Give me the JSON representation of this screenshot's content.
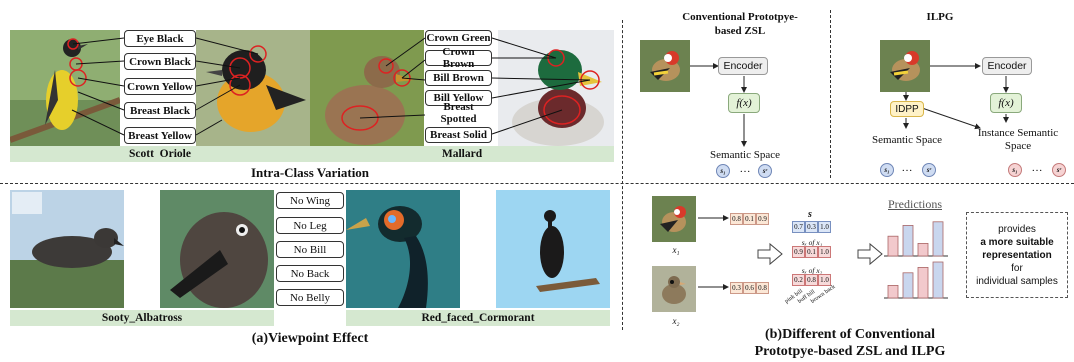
{
  "left_top": {
    "scott_labels": [
      "Eye Black",
      "Crown Black",
      "Crown Yellow",
      "Breast Black",
      "Breast Yellow"
    ],
    "mallard_labels": [
      "Crown Green",
      "Crown Brown",
      "Bill Brown",
      "Bill Yellow",
      "Breast\nSpotted",
      "Breast Solid"
    ],
    "species_left": "Scott  Oriole",
    "species_right": "Mallard",
    "caption": "Intra-Class Variation"
  },
  "left_bottom": {
    "no_labels": [
      "No Wing",
      "No Leg",
      "No Bill",
      "No Back",
      "No Belly"
    ],
    "species_left": "Sooty_Albatross",
    "species_right": "Red_faced_Cormorant",
    "caption": "(a)Viewpoint Effect"
  },
  "right_top": {
    "conv_title": "Conventional Prototpye-\nbased ZSL",
    "ilpg_title": "ILPG",
    "encoder": "Encoder",
    "fx": "f(x)",
    "semantic_space": "Semantic Space",
    "idpp": "IDPP",
    "instance_semantic_space": "Instance Semantic\nSpace",
    "ellipsis": "…",
    "chip_s1": "s₁",
    "chip_sc": "sᶜ"
  },
  "right_bottom": {
    "x1": "x₁",
    "x2": "x₂",
    "x1_values": [
      "0.8",
      "0.1",
      "0.9"
    ],
    "x2_values": [
      "0.3",
      "0.6",
      "0.8"
    ],
    "s_label": "s",
    "s_values": [
      "0.7",
      "0.3",
      "1.0"
    ],
    "sx1_label": "sₓ of x₁",
    "sx1_values": [
      "0.9",
      "0.1",
      "1.0"
    ],
    "sx2_label": "sₓ of x₂",
    "sx2_values": [
      "0.2",
      "0.8",
      "1.0"
    ],
    "attr_names": [
      "pink bill",
      "buff bill",
      "brown back"
    ],
    "predictions": "Predictions",
    "provides": [
      "provides",
      "a more suitable",
      "representation",
      "for",
      "individual samples"
    ],
    "bars_top": [
      0.55,
      0.85,
      0.35,
      0.95
    ],
    "bars_bottom": [
      0.35,
      0.7,
      0.85,
      1.0
    ],
    "bar_color": "#f2c9cc",
    "bar_color_alt": "#c9d6ee"
  },
  "caption_b": "(b)Different of Conventional\nPrototpye-based ZSL and ILPG"
}
